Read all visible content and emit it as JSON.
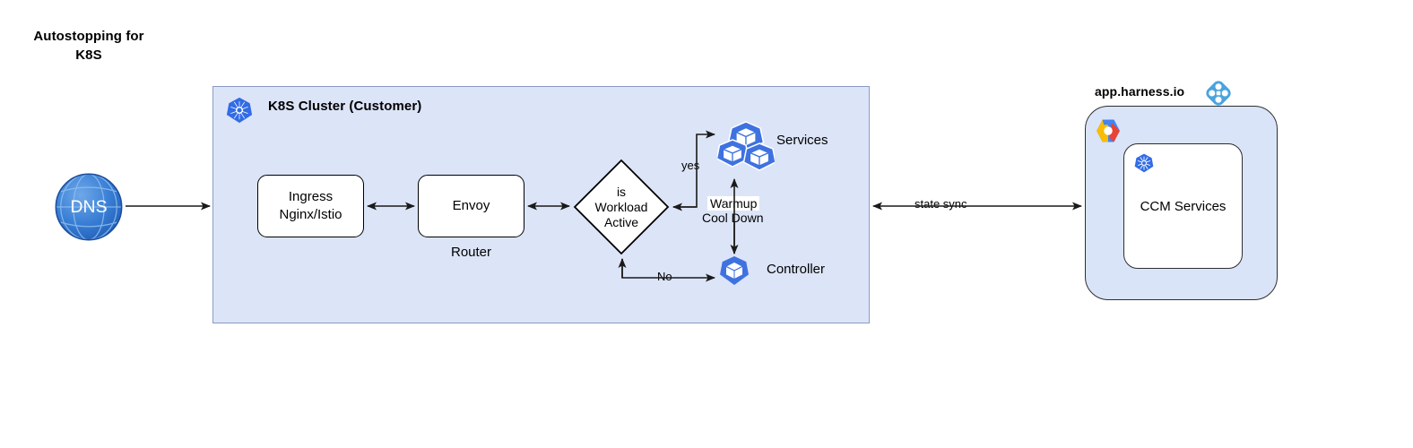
{
  "title": "Autostopping for\nK8S",
  "title_line1": "Autostopping for",
  "title_line2": "K8S",
  "colors": {
    "cluster_fill": "#dce4f7",
    "cluster_border": "#8a9bc4",
    "harness_fill": "#d9e4f8",
    "harness_border": "#2e2e2e",
    "k8s_blue": "#326ce5",
    "harness_logo_blue": "#4aa3df",
    "node_fill": "#ffffff",
    "node_border": "#000000",
    "arrow": "#1a1a1a"
  },
  "dns": {
    "label": "DNS",
    "icon": "globe-icon"
  },
  "cluster": {
    "title": "K8S Cluster (Customer)",
    "icon": "kubernetes-icon",
    "nodes": {
      "ingress": {
        "line1": "Ingress",
        "line2": "Nginx/Istio"
      },
      "envoy": {
        "label": "Envoy",
        "caption": "Router"
      },
      "decision": {
        "line1": "is",
        "line2": "Workload",
        "line3": "Active"
      },
      "services": {
        "caption": "Services",
        "icon": "services-cubes-icon"
      },
      "controller": {
        "caption": "Controller",
        "icon": "controller-cube-icon"
      }
    },
    "edge_labels": {
      "yes": "yes",
      "no": "No",
      "warmup": "Warmup",
      "cooldown": "Cool Down"
    }
  },
  "state_sync_label": "state sync",
  "harness": {
    "label": "app.harness.io",
    "logo_icon": "harness-logo-icon",
    "cloud_icon": "google-cloud-icon",
    "inner": {
      "label": "CCM Services",
      "icon": "kubernetes-icon"
    }
  }
}
